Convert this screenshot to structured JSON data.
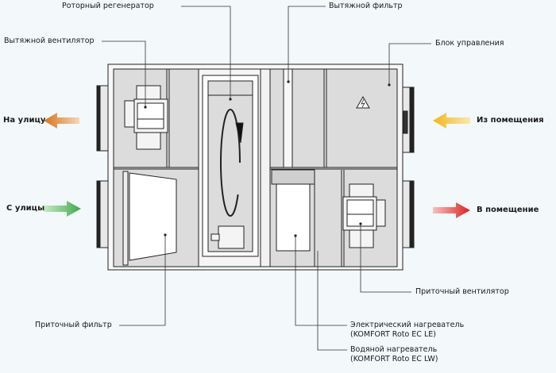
{
  "labels": {
    "rotor": "Роторный регенератор",
    "exhaust_fan": "Вытяжной вентилятор",
    "exhaust_filter": "Вытяжной фильтр",
    "control_unit": "Блок управления",
    "to_outside": "На улицу",
    "from_room": "Из помещения",
    "from_outside": "С улицы",
    "to_room": "В помещение",
    "supply_fan": "Приточный вентилятор",
    "supply_filter": "Приточный фильтр",
    "electric_heater": "Электрический нагреватель",
    "electric_heater_model": "(KOMFORT Roto EC LE)",
    "water_heater": "Водяной нагреватель",
    "water_heater_model": "(KOMFORT Roto EC LW)"
  },
  "colors": {
    "to_outside": "#d9731a",
    "from_room": "#f2b61c",
    "from_outside": "#4caf50",
    "to_room": "#d8231f",
    "panel": "#dcdcdc"
  }
}
